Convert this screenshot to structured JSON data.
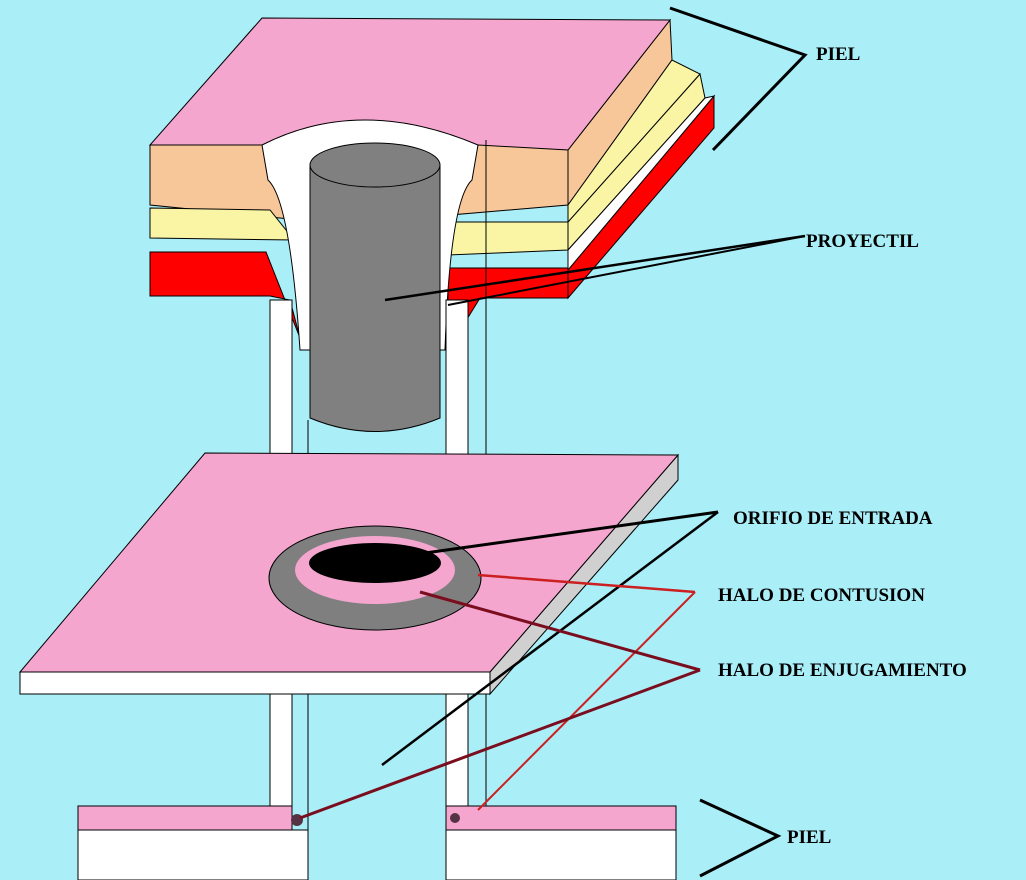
{
  "labels": {
    "piel_top": "PIEL",
    "proyectil": "PROYECTIL",
    "orificio": "ORIFIO DE ENTRADA",
    "halo_contusion": "HALO DE CONTUSION",
    "halo_enjugamiento": "HALO DE ENJUGAMIENTO",
    "piel_bottom": "PIEL"
  },
  "colors": {
    "background": "#aaeef8",
    "skin_pink": "#f4a6cf",
    "tan_layer": "#f7c79a",
    "yellow_layer": "#f9f5a4",
    "red_layer": "#ff0000",
    "white": "#ffffff",
    "projectile": "#808080",
    "contusion_ring": "#7f7f7f",
    "hole": "#000000",
    "leader_black": "#000000",
    "leader_red": "#cc1f1f",
    "leader_dark_red": "#7a0e1e"
  }
}
